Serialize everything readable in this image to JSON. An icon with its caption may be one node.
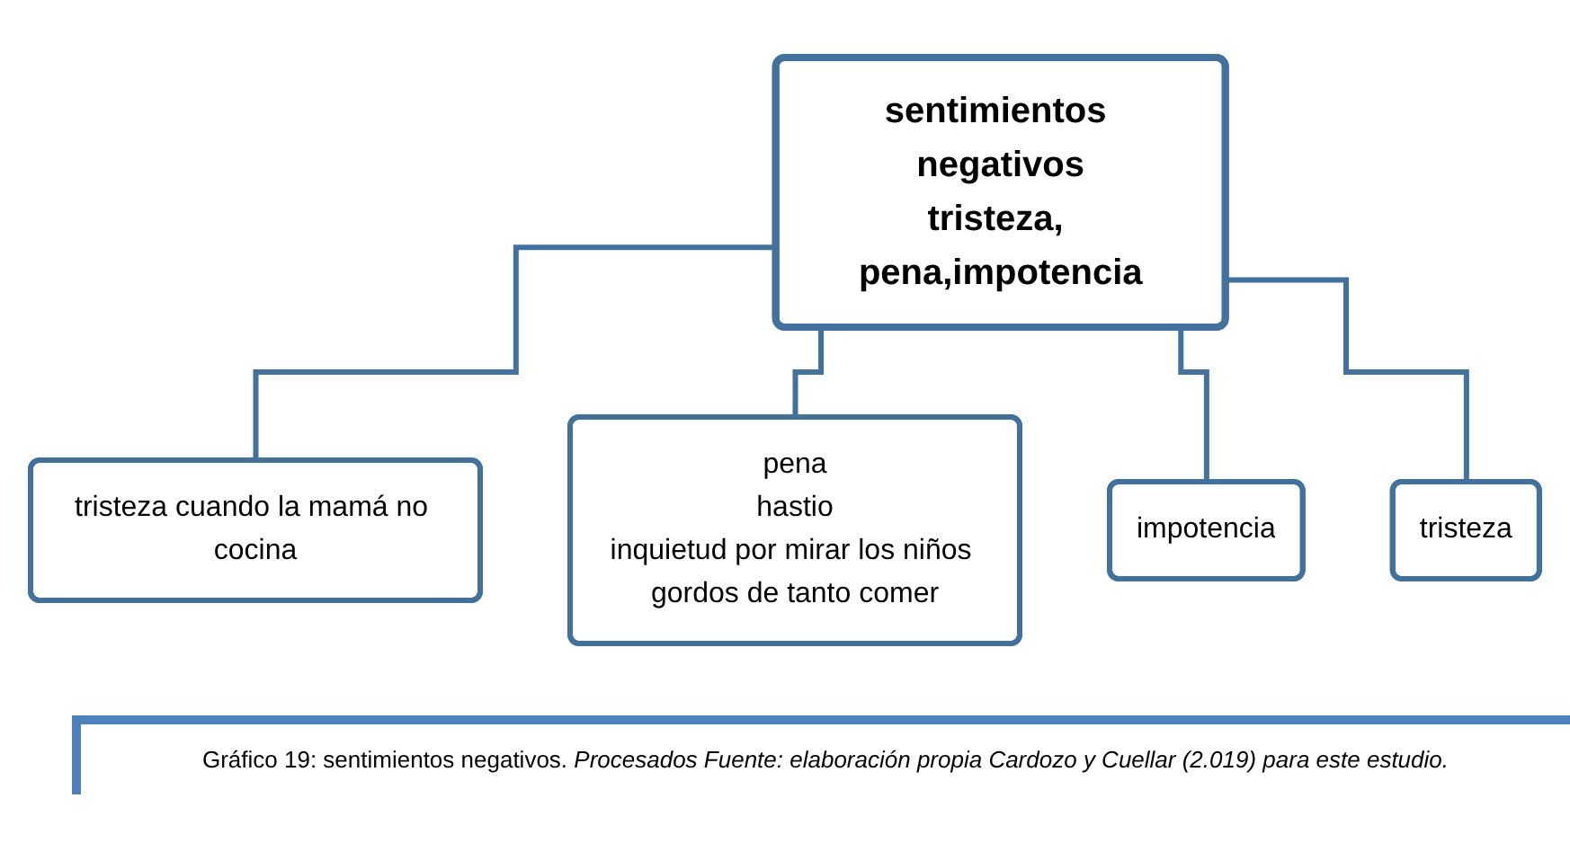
{
  "diagram": {
    "caption": "Gráfico 19: sentimientos negativos. *Procesados Fuente: elaboración propia Cardozo y Cuellar (2.019) para este estudio.*",
    "nodes": [
      {
        "text": [
          "sentimientos negativos",
          "tristeza, pena,impotencia"
        ]
      },
      {
        "text": [
          "tristeza cuando la mamá no cocina"
        ]
      },
      {
        "text": [
          "pena",
          "hastio",
          "inquietud por mirar los niños gordos de tanto comer"
        ]
      },
      {
        "text": [
          "impotencia"
        ]
      },
      {
        "text": [
          "tristeza"
        ]
      }
    ],
    "edges": [
      {
        "from": 0,
        "to": 1,
        "arrow": "none"
      },
      {
        "from": 0,
        "to": 2,
        "arrow": "none"
      },
      {
        "from": 0,
        "to": 3,
        "arrow": "none"
      },
      {
        "from": 0,
        "to": 4,
        "arrow": "none"
      }
    ]
  }
}
